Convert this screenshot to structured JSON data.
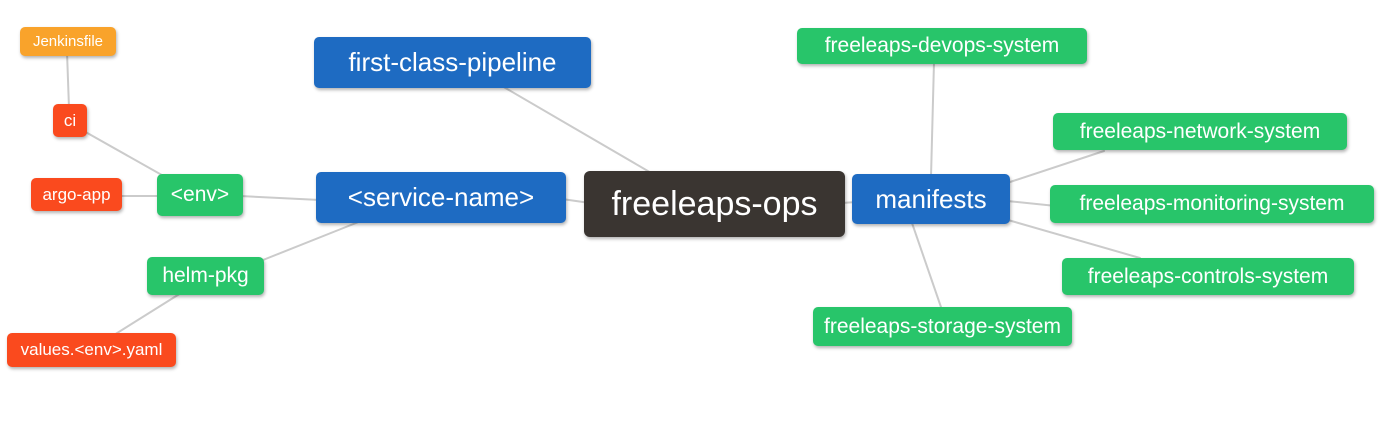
{
  "palette": {
    "canvas_bg": "#FFFFFF",
    "depth0_bg": "#3A3531",
    "depth1_bg": "#1E6BC2",
    "depth2_bg": "#28C56A",
    "depth3_bg": "#FA4A1E",
    "depth4_bg": "#F9A32B",
    "text_color": "#FFFFFF",
    "edge_color": "#CBCBCB"
  },
  "diagram": {
    "type": "mindmap",
    "root_label": "freeleaps-ops"
  },
  "nodes": [
    {
      "id": "freeleaps-ops",
      "label": "freeleaps-ops",
      "depth": 0
    },
    {
      "id": "first-class-pipeline",
      "label": "first-class-pipeline",
      "depth": 1
    },
    {
      "id": "service-name",
      "label": "<service-name>",
      "depth": 1
    },
    {
      "id": "manifests",
      "label": "manifests",
      "depth": 1
    },
    {
      "id": "env",
      "label": "<env>",
      "depth": 2
    },
    {
      "id": "helm-pkg",
      "label": "helm-pkg",
      "depth": 2
    },
    {
      "id": "ci",
      "label": "ci",
      "depth": 3
    },
    {
      "id": "argo-app",
      "label": "argo-app",
      "depth": 3
    },
    {
      "id": "values-env-yaml",
      "label": "values.<env>.yaml",
      "depth": 3
    },
    {
      "id": "jenkinsfile",
      "label": "Jenkinsfile",
      "depth": 4
    },
    {
      "id": "devops-system",
      "label": "freeleaps-devops-system",
      "depth": 2
    },
    {
      "id": "network-system",
      "label": "freeleaps-network-system",
      "depth": 2
    },
    {
      "id": "monitoring-system",
      "label": "freeleaps-monitoring-system",
      "depth": 2
    },
    {
      "id": "controls-system",
      "label": "freeleaps-controls-system",
      "depth": 2
    },
    {
      "id": "storage-system",
      "label": "freeleaps-storage-system",
      "depth": 2
    }
  ],
  "edges": [
    {
      "from": "jenkinsfile",
      "to": "ci"
    },
    {
      "from": "ci",
      "to": "env"
    },
    {
      "from": "argo-app",
      "to": "env"
    },
    {
      "from": "env",
      "to": "service-name"
    },
    {
      "from": "helm-pkg",
      "to": "service-name"
    },
    {
      "from": "values-env-yaml",
      "to": "helm-pkg"
    },
    {
      "from": "service-name",
      "to": "freeleaps-ops"
    },
    {
      "from": "first-class-pipeline",
      "to": "freeleaps-ops"
    },
    {
      "from": "manifests",
      "to": "freeleaps-ops"
    },
    {
      "from": "devops-system",
      "to": "manifests"
    },
    {
      "from": "network-system",
      "to": "manifests"
    },
    {
      "from": "monitoring-system",
      "to": "manifests"
    },
    {
      "from": "controls-system",
      "to": "manifests"
    },
    {
      "from": "storage-system",
      "to": "manifests"
    }
  ]
}
